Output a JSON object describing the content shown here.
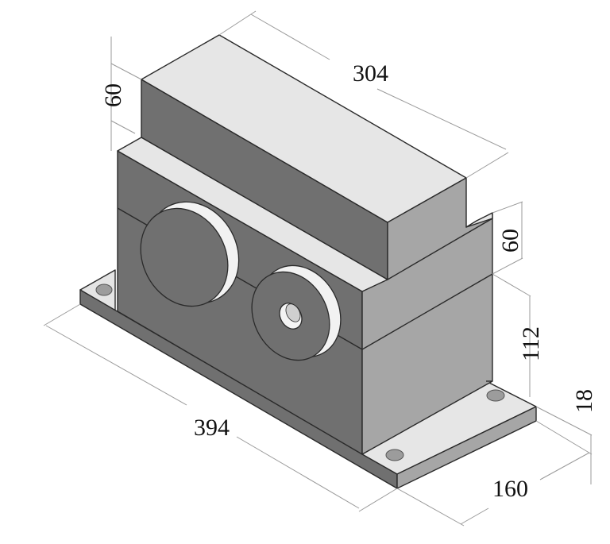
{
  "figure": {
    "subject": "gearbox housing isometric view",
    "colors": {
      "front_face": "#707070",
      "top_face": "#e6e6e6",
      "side_face": "#a6a6a6",
      "edge": "#2a2a2a",
      "dim_line": "#9a9a9a",
      "background": "#ffffff"
    }
  },
  "dimensions": {
    "top_length": "304",
    "top_height": "60",
    "step_height": "60",
    "body_height": "112",
    "base_thickness": "18",
    "base_width": "160",
    "overall_length": "394"
  }
}
